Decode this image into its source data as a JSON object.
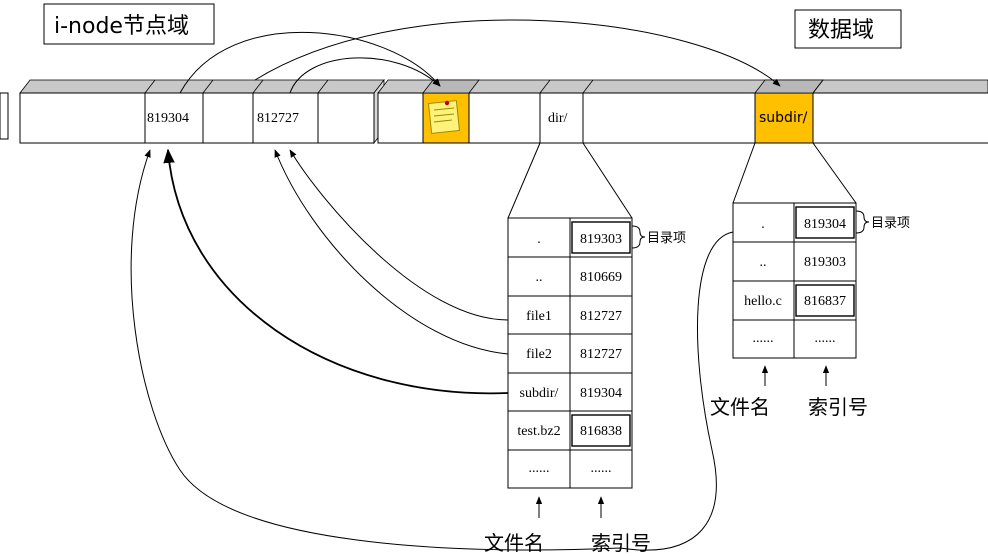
{
  "regions": {
    "inode_label": "i-node节点域",
    "data_label": "数据域"
  },
  "inode_blocks": [
    "819304",
    "812727"
  ],
  "data_blocks": {
    "dir_label": "dir/",
    "subdir_label": "subdir/"
  },
  "dir_table": {
    "rows": [
      {
        "name": ".",
        "inode": "819303"
      },
      {
        "name": "..",
        "inode": "810669"
      },
      {
        "name": "file1",
        "inode": "812727"
      },
      {
        "name": "file2",
        "inode": "812727"
      },
      {
        "name": "subdir/",
        "inode": "819304"
      },
      {
        "name": "test.bz2",
        "inode": "816838"
      },
      {
        "name": "......",
        "inode": "......"
      }
    ],
    "entry_note": "目录项",
    "col_filename": "文件名",
    "col_index": "索引号"
  },
  "subdir_table": {
    "rows": [
      {
        "name": ".",
        "inode": "819304"
      },
      {
        "name": "..",
        "inode": "819303"
      },
      {
        "name": "hello.c",
        "inode": "816837"
      },
      {
        "name": "......",
        "inode": "......"
      }
    ],
    "entry_note": "目录项",
    "col_filename": "文件名",
    "col_index": "索引号"
  },
  "colors": {
    "highlight": "#ffc000",
    "strip_top": "#c8c8c8",
    "line": "#000000"
  }
}
